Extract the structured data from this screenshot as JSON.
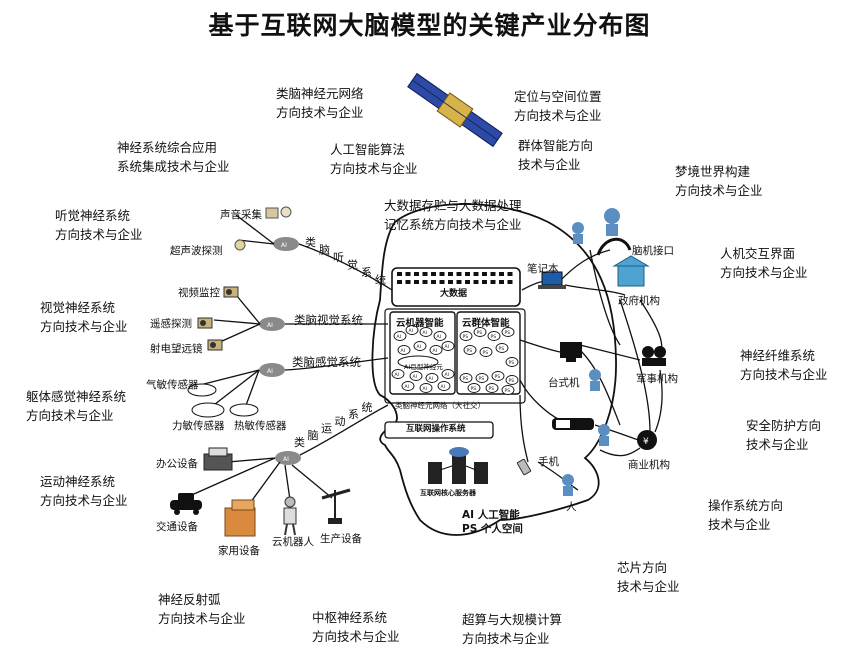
{
  "title": "基于互联网大脑模型的关键产业分布图",
  "industries": {
    "brain_neuron_net": [
      "类脑神经元网络",
      "方向技术与企业"
    ],
    "positioning": [
      "定位与空间位置",
      "方向技术与企业"
    ],
    "ai_algorithm": [
      "人工智能算法",
      "方向技术与企业"
    ],
    "swarm_intel": [
      "群体智能方向",
      "技术与企业"
    ],
    "neuro_app": [
      "神经系统综合应用",
      "系统集成技术与企业"
    ],
    "dreamworld": [
      "梦境世界构建",
      "方向技术与企业"
    ],
    "bigdata": [
      "大数据存贮与大数据处理",
      "记忆系统方向技术与企业"
    ],
    "auditory": [
      "听觉神经系统",
      "方向技术与企业"
    ],
    "hci": [
      "人机交互界面",
      "方向技术与企业"
    ],
    "visual": [
      "视觉神经系统",
      "方向技术与企业"
    ],
    "nerve_fiber": [
      "神经纤维系统",
      "方向技术与企业"
    ],
    "somato": [
      "躯体感觉神经系统",
      "方向技术与企业"
    ],
    "security": [
      "安全防护方向",
      "技术与企业"
    ],
    "motor": [
      "运动神经系统",
      "方向技术与企业"
    ],
    "os": [
      "操作系统方向",
      "技术与企业"
    ],
    "chip": [
      "芯片方向",
      "技术与企业"
    ],
    "reflex": [
      "神经反射弧",
      "方向技术与企业"
    ],
    "central": [
      "中枢神经系统",
      "方向技术与企业"
    ],
    "supercomp": [
      "超算与大规模计算",
      "方向技术与企业"
    ]
  },
  "nodes": {
    "sound": "声音采集",
    "ultrasound": "超声波探测",
    "video": "视频监控",
    "remote": "遥感探测",
    "telescope": "射电望远镜",
    "gas": "气敏传感器",
    "force": "力敏传感器",
    "heat": "热敏传感器",
    "office": "办公设备",
    "traffic": "交通设备",
    "home": "家用设备",
    "robot": "云机器人",
    "production": "生产设备",
    "notebook": "笔记本",
    "bci": "脑机接口",
    "gov": "政府机构",
    "desktop": "台式机",
    "military": "军事机构",
    "commerce": "商业机构",
    "phone": "手机",
    "person": "人"
  },
  "pathways": {
    "auditory": "类脑听觉系统",
    "visual": "类脑视觉系统",
    "sensory": "类脑感觉系统",
    "motor": "类脑运动系统"
  },
  "brain": {
    "bigdata": "大数据",
    "cloud_machine": "云机器智能",
    "cloud_swarm": "云群体智能",
    "ai_giant": "AI巨型神经元",
    "ai_tag": "AI",
    "ps_tag": "PS",
    "neuron_net": "类脑神经元网络（大社交）",
    "os": "互联网操作系统",
    "core_server": "互联网核心服务器"
  },
  "legend": {
    "ai": "AI 人工智能",
    "ps": "PS 个人空间"
  },
  "colors": {
    "ink": "#111111",
    "hub": "#8a8a8a",
    "satellite_blue": "#2c4aa6",
    "person_blue": "#5b8fc2",
    "gov_blue": "#4fa3d0"
  }
}
